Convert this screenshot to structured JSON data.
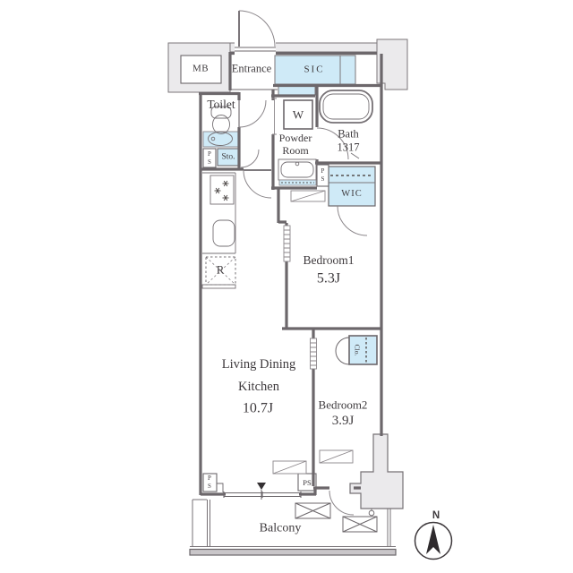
{
  "title": "Apartment floor plan",
  "colors": {
    "storage_blue": "#cfeaf7",
    "corridor_gray": "#ebeaec",
    "wall": "#6c676b",
    "thin_line": "#8b868a",
    "text": "#3e3a3d"
  },
  "labels": {
    "mb": "MB",
    "entrance": "Entrance",
    "sic": "SIC",
    "toilet": "Toilet",
    "washer": "W",
    "powder_room": "Powder\nRoom",
    "bath": "Bath\n1317",
    "storage": "Sto.",
    "ps_stacked": "P\nS",
    "ps": "PS",
    "wic": "WIC",
    "bedroom1": "Bedroom1",
    "bedroom1_size": "5.3J",
    "ldk": "Living Dining\nKitchen",
    "ldk_size": "10.7J",
    "bedroom2": "Bedroom2",
    "bedroom2_size": "3.9J",
    "closet": "Clo.",
    "fridge": "R",
    "balcony": "Balcony",
    "north": "N"
  }
}
